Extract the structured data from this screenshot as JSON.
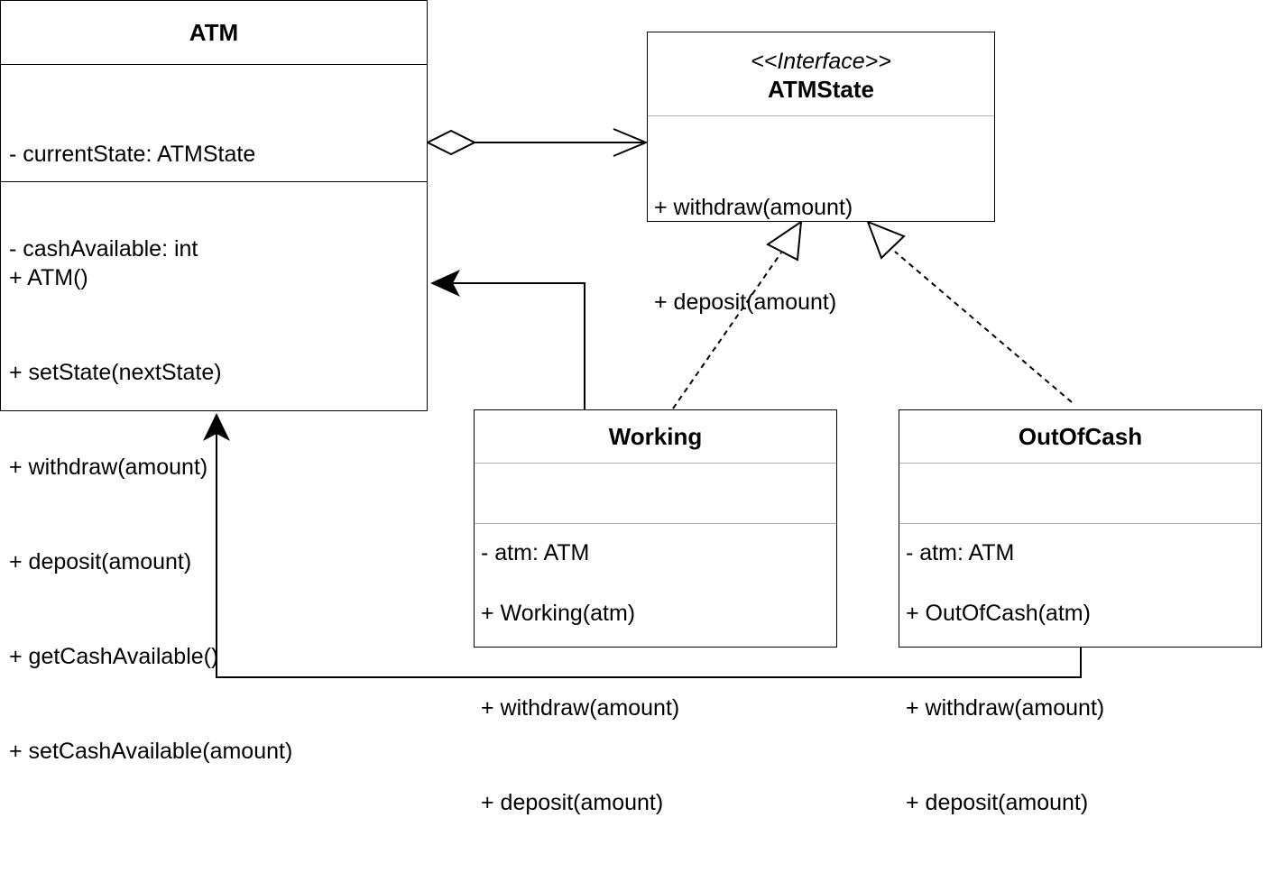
{
  "colors": {
    "line": "#000000",
    "background": "#ffffff",
    "divider_light": "#b0b0b0"
  },
  "classes": {
    "atm": {
      "name": "ATM",
      "attributes": [
        "- currentState: ATMState",
        "- cashAvailable: int"
      ],
      "methods": [
        "+ ATM()",
        "+ setState(nextState)",
        "+ withdraw(amount)",
        "+ deposit(amount)",
        "+ getCashAvailable()",
        "+ setCashAvailable(amount)"
      ]
    },
    "atmstate": {
      "stereotype": "<<Interface>>",
      "name": "ATMState",
      "methods": [
        "+ withdraw(amount)",
        "+ deposit(amount)"
      ]
    },
    "working": {
      "name": "Working",
      "attributes": [
        "- atm: ATM"
      ],
      "methods": [
        "+ Working(atm)",
        "+ withdraw(amount)",
        "+ deposit(amount)"
      ]
    },
    "outofcash": {
      "name": "OutOfCash",
      "attributes": [
        "- atm: ATM"
      ],
      "methods": [
        "+ OutOfCash(atm)",
        "+ withdraw(amount)",
        "+ deposit(amount)"
      ]
    }
  },
  "relations": [
    {
      "from": "atm",
      "to": "atmstate",
      "kind": "aggregation"
    },
    {
      "from": "working",
      "to": "atmstate",
      "kind": "realization"
    },
    {
      "from": "outofcash",
      "to": "atmstate",
      "kind": "realization"
    },
    {
      "from": "working",
      "to": "atm",
      "kind": "association"
    },
    {
      "from": "outofcash",
      "to": "atm",
      "kind": "association"
    }
  ]
}
